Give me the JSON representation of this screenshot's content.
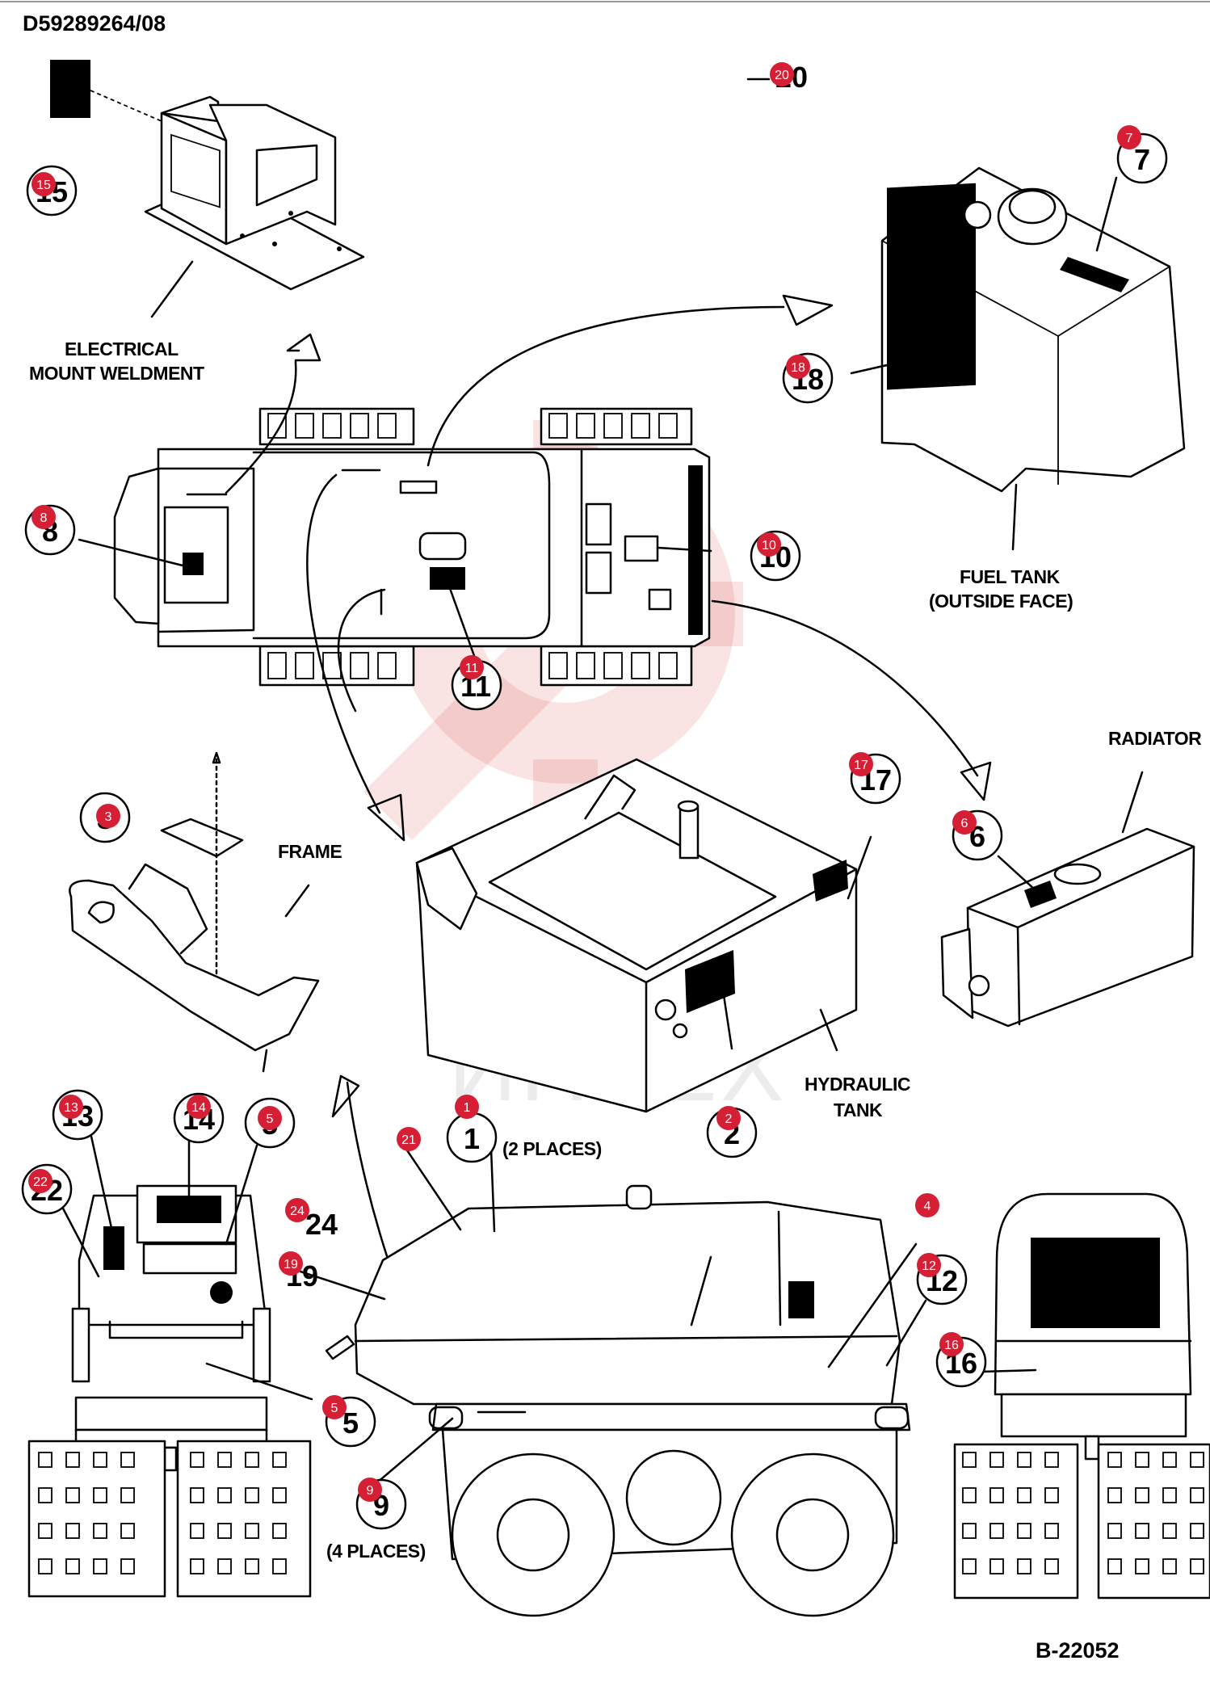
{
  "document": {
    "code": "D59289264/08",
    "figure_number": "B-22052",
    "watermark": "ИНТЕХ"
  },
  "part_labels": {
    "electrical_line1": "ELECTRICAL",
    "electrical_line2": "MOUNT WELDMENT",
    "fuel_line1": "FUEL TANK",
    "fuel_line2": "(OUTSIDE FACE)",
    "radiator": "RADIATOR",
    "frame": "FRAME",
    "hydraulic_line1": "HYDRAULIC",
    "hydraulic_line2": "TANK",
    "two_places": "(2 PLACES)",
    "four_places": "(4 PLACES)"
  },
  "callouts": {
    "c20": "20",
    "c15": "15",
    "c7": "7",
    "c18": "18",
    "c8": "8",
    "c10": "10",
    "c11": "11",
    "c17": "17",
    "c3": "3",
    "c6": "6",
    "c1": "1",
    "c2": "2",
    "c13": "13",
    "c14": "14",
    "c5a": "5",
    "c22": "22",
    "c24": "24",
    "c19": "19",
    "c12": "12",
    "c16": "16",
    "c5b": "5",
    "c9": "9"
  },
  "markers": {
    "m20": "20",
    "m15": "15",
    "m7": "7",
    "m18": "18",
    "m8": "8",
    "m10": "10",
    "m11": "11",
    "m17": "17",
    "m3": "3",
    "m6": "6",
    "m1": "1",
    "m2": "2",
    "m21": "21",
    "m13": "13",
    "m14": "14",
    "m5a": "5",
    "m22": "22",
    "m24": "24",
    "m19": "19",
    "m4": "4",
    "m12": "12",
    "m16": "16",
    "m5b": "5",
    "m9": "9"
  },
  "colors": {
    "marker": "#d41f34",
    "line": "#000000",
    "watermark": "#d8383b"
  }
}
